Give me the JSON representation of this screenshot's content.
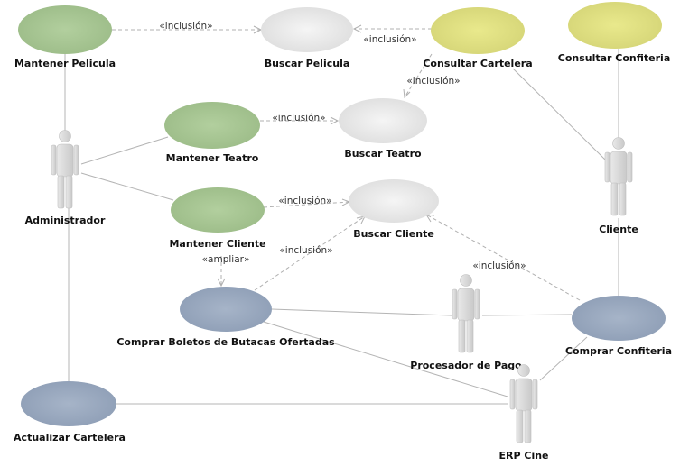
{
  "use_cases": {
    "mantener_pelicula": "Mantener Pelicula",
    "buscar_pelicula": "Buscar Pelicula",
    "consultar_cartelera": "Consultar Cartelera",
    "consultar_confiteria": "Consultar Confiteria",
    "mantener_teatro": "Mantener Teatro",
    "buscar_teatro": "Buscar Teatro",
    "mantener_cliente": "Mantener Cliente",
    "buscar_cliente": "Buscar Cliente",
    "comprar_boletos": "Comprar Boletos de Butacas Ofertadas",
    "comprar_confiteria": "Comprar Confiteria",
    "actualizar_cartelera": "Actualizar Cartelera"
  },
  "actors": {
    "administrador": "Administrador",
    "cliente": "Cliente",
    "procesador_pago": "Procesador de Pago",
    "erp_cine": "ERP Cine"
  },
  "relations": {
    "inclusion": "«inclusión»",
    "ampliar": "«ampliar»"
  },
  "colors": {
    "green": "#a8c594",
    "gray": "#e6e6e6",
    "yellow": "#dede80",
    "blue": "#9aa9bf",
    "actor": "#d9d9d9"
  }
}
